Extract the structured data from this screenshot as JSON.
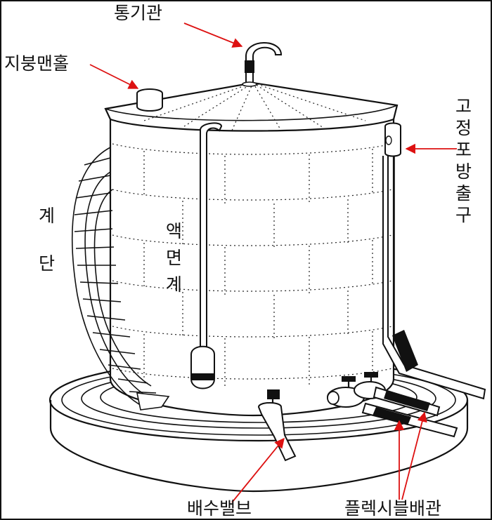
{
  "labels": {
    "vent_pipe": "통기관",
    "roof_manhole": "지붕맨홀",
    "foam_outlet": "고정포방출구",
    "stairs": "계단",
    "level_gauge": "액면계",
    "drain_valve": "배수밸브",
    "flexible_pipe": "플렉시블배관"
  },
  "colors": {
    "arrow": "#dd1111",
    "line": "#111111",
    "fill": "#ffffff"
  }
}
